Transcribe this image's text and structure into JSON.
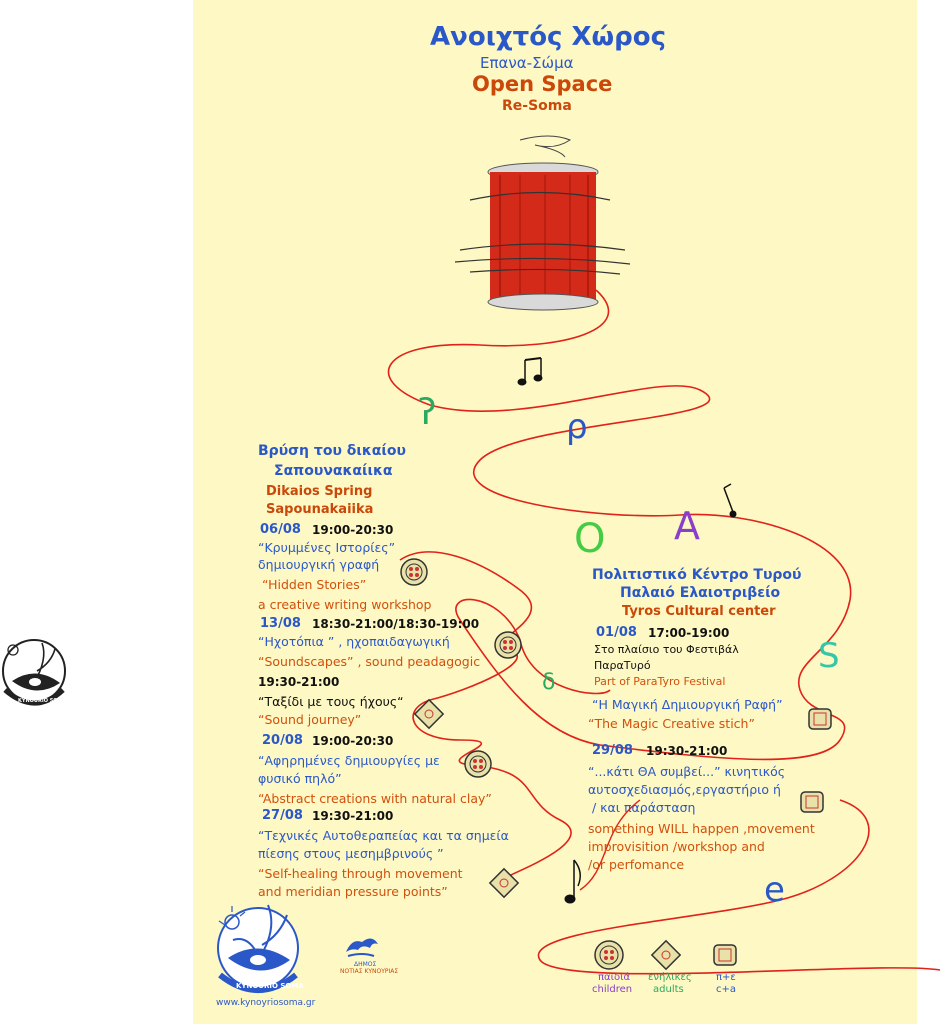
{
  "header": {
    "title_greek": "Ανοιχτός Χώρος",
    "subtitle_greek": "Επανα-Σώμα",
    "title_english": "Open Space",
    "subtitle_english": "Re-Soma"
  },
  "thread_letters": [
    "ʔ",
    "ρ",
    "O",
    "A",
    "S",
    "e",
    "δ"
  ],
  "left_venue": {
    "name_greek_1": "Βρύση του δικαίου",
    "name_greek_2": "Σαπουνακαίικα",
    "name_english_1": "Dikaios Spring",
    "name_english_2": "Sapounakaiika",
    "events": [
      {
        "date": "06/08",
        "time": "19:00-20:30",
        "greek_1": "“Κρυμμένες Ιστορίες”",
        "greek_2": "δημιουργική γραφή",
        "english_1": "“Hidden Stories”",
        "english_2": "a creative writing workshop"
      },
      {
        "date": "13/08",
        "time": "18:30-21:00/18:30-19:00",
        "greek_1": "“Ηχοτόπια ” , ηχοπαιδαγωγική",
        "english_1": "“Soundscapes” , sound peadagogic",
        "time_2": "19:30-21:00",
        "greek_2": "“Ταξίδι με τους ήχους“",
        "english_2": "“Sound journey”"
      },
      {
        "date": "20/08",
        "time": "19:00-20:30",
        "greek_1": "“Αφηρημένες δημιουργίες με",
        "greek_2": "φυσικό πηλό”",
        "english_1": "“Abstract creations with natural clay”"
      },
      {
        "date": "27/08",
        "time": "19:30-21:00",
        "greek_1": "“Τεχνικές Αυτοθεραπείας και τα σημεία",
        "greek_2": "πίεσης στους μεσημβρινούς ”",
        "english_1": "“Self-healing through movement",
        "english_2": "and meridian pressure points”"
      }
    ]
  },
  "right_venue": {
    "name_greek_1": "Πολιτιστικό Κέντρο Τυρού",
    "name_greek_2": "Παλαιό Ελαιοτριβείο",
    "name_english": "Tyros Cultural center",
    "events": [
      {
        "date": "01/08",
        "time": "17:00-19:00",
        "note_1": "Στο πλαίσιο του Φεστιβάλ",
        "note_2": "ΠαραΤυρό",
        "note_3": "Part of ParaTyro Festival",
        "greek_1": "“Η Μαγική Δημιουργική Ραφή”",
        "english_1": "“The Magic Creative stich”"
      },
      {
        "date": "29/08",
        "time": "19:30-21:00",
        "greek_1": "“...κάτι ΘΑ συμβεί...” κινητικός",
        "greek_2": "αυτοσχεδιασμός,εργαστήριο ή",
        "greek_3": "/ και παράσταση",
        "english_1": "something WILL happen ,movement",
        "english_2": "improvisition /workshop and",
        "english_3": "/or perfomance"
      }
    ]
  },
  "legend": {
    "children_greek": "παιδιά",
    "children_english": "children",
    "adults_greek": "ενήλικες",
    "adults_english": "adults",
    "mixed_1": "π+ε",
    "mixed_2": "c+a"
  },
  "footer": {
    "logo_text": "KYNOURIO SOMA",
    "website": "www.kynoyriosoma.gr",
    "municipality_1": "ΔΗΜΟΣ",
    "municipality_2": "ΝΟΤΙΑΣ ΚΥΝΟΥΡΙΑΣ"
  },
  "side_logo": {
    "text": "KYNOURIO SOMA"
  },
  "colors": {
    "poster_bg": "#fdf8c4",
    "blue": "#2b58c9",
    "orange": "#c9480a",
    "thread": "#e0221a",
    "spool": "#d42a1a"
  }
}
